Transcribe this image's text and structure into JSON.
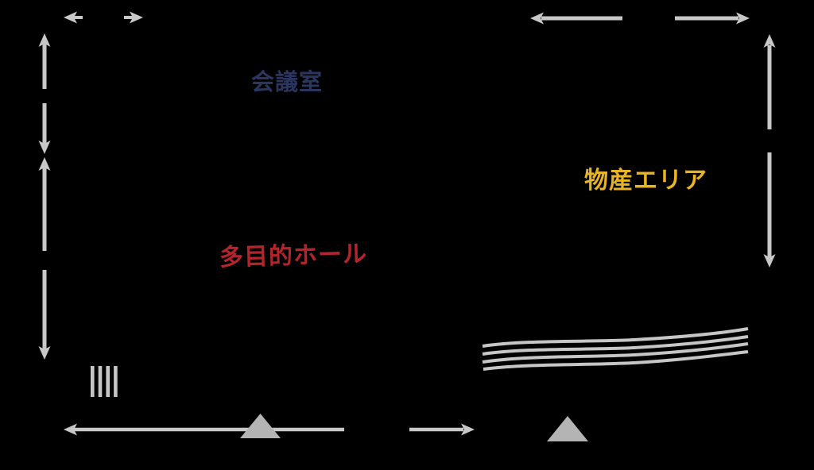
{
  "diagram": {
    "type": "floor-plan-guide-map",
    "background": "#000000",
    "rooms": [
      {
        "id": "meeting-room",
        "label": "会議室",
        "color": "#2a3560"
      },
      {
        "id": "multipurpose-hall",
        "label": "多目的ホール",
        "color": "#b3252b"
      },
      {
        "id": "products-area",
        "label": "物産エリア",
        "color": "#e8b425"
      }
    ],
    "colors": {
      "arrow": "#c8c8c8",
      "triangle": "#b4b4b4",
      "hatch": "#c6c6c6",
      "wave": "#c6c6c6"
    },
    "symbols": {
      "dimension_arrows": "gray double-headed measurement arrows with gaps for labels",
      "stairs_hatch": "four vertical bars (stairs) at lower left",
      "wavy_path": "four parallel wavy lines (sloped path) at lower right",
      "entrance_triangles": "two gray triangles marking entrances at bottom"
    }
  }
}
